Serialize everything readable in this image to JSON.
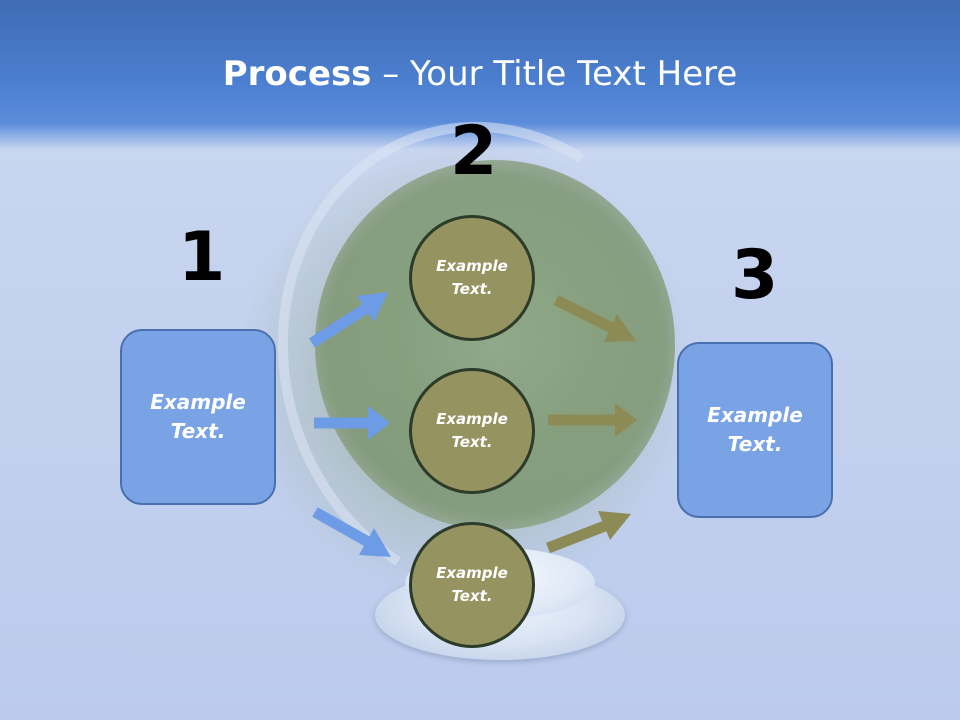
{
  "slide": {
    "title_bold": "Process",
    "title_rest": " – Your Title Text Here"
  },
  "steps": [
    {
      "number": "1"
    },
    {
      "number": "2"
    },
    {
      "number": "3"
    }
  ],
  "boxes": {
    "left": "Example Text.",
    "right": "Example Text."
  },
  "circles": [
    {
      "text": "Example Text."
    },
    {
      "text": "Example Text."
    },
    {
      "text": "Example Text."
    }
  ],
  "colors": {
    "header": "#4c7fd0",
    "box_fill": "#7aa3e6",
    "circle_fill": "#959360",
    "arrow_blue": "#6e9be6",
    "arrow_olive": "#8c8a55"
  }
}
